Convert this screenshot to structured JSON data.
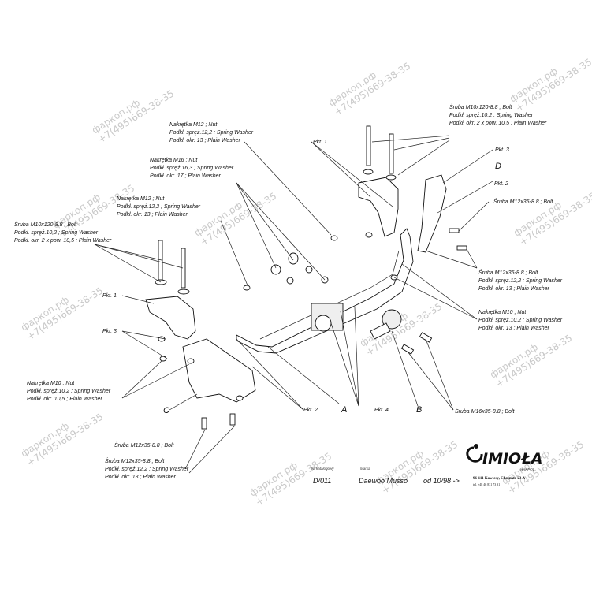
{
  "callouts": {
    "bolt_m10x120_right": [
      "Śruba M10x120-8.8 ; Bolt",
      "Podkł. spręż.10,2 ; Spring Washer",
      "Podkł. okr. 2 x pow. 10,5 ; Plain Washer"
    ],
    "nut_m12_top": [
      "Nakrętka M12 ; Nut",
      "Podkł. spręż.12,2 ; Spring Washer",
      "Podkł. okr. 13 ; Plain Washer"
    ],
    "nut_m16": [
      "Nakrętka M16 ; Nut",
      "Podkł. spręż.16,3 ; Spring Washer",
      "Podkł. okr. 17 ; Plain Washer"
    ],
    "nut_m12_mid": [
      "Nakrętka M12 ; Nut",
      "Podkł. spręż.12,2 ; Spring Washer",
      "Podkł. okr. 13 ; Plain Washer"
    ],
    "bolt_m10x120_left": [
      "Śruba M10x120-8.8 ; Bolt",
      "Podkł. spręż.10,2 ; Spring Washer",
      "Podkł. okr. 2 x pow. 10,5 ; Plain Washer"
    ],
    "bolt_m12x35_right_single": "Śruba M12x35-8.8 ; Bolt",
    "bolt_m12x35_right": [
      "Śruba M12x35-8.8 ; Bolt",
      "Podkł. spręż.12,2 ; Spring Washer",
      "Podkł. okr. 13 ; Plain Washer"
    ],
    "nut_m10_right": [
      "Nakrętka M10 ; Nut",
      "Podkł. spręż.10,2 ; Spring Washer",
      "Podkł. okr. 13 ; Plain Washer"
    ],
    "nut_m10_left": [
      "Nakrętka M10 ; Nut",
      "Podkł. spręż.10,2 ; Spring Washer",
      "Podkł. okr. 10,5 ; Plain Washer"
    ],
    "bolt_m16x35": "Śruba M16x35-8.8 ; Bolt",
    "bolt_m12x35_bottom_single": "Śruba M12x35-8.8 ; Bolt",
    "bolt_m12x35_bottom": [
      "Śruba M12x35-8.8 ; Bolt",
      "Podkł. spręż.12,2 ; Spring Washer",
      "Podkł. okr. 13 ; Plain Washer"
    ]
  },
  "points": {
    "pkt1_top": "Pkt. 1",
    "pkt3_right": "Pkt. 3",
    "pkt2_right": "Pkt. 2",
    "pkt1_left": "Pkt. 1",
    "pkt3_left": "Pkt. 3",
    "pkt2_bottom": "Pkt. 2",
    "pkt4": "Pkt. 4"
  },
  "part_letters": {
    "A": "A",
    "B": "B",
    "C": "C",
    "D": "D"
  },
  "title_block": {
    "catalog_caption": "Nr katalogowy",
    "catalog_no": "D/011",
    "brand_caption": "Marka",
    "model": "Daewoo Musso",
    "from_date": "od  10/98 ->"
  },
  "logo": {
    "name": "IMIOŁA",
    "sub": "HAKPOL",
    "address": "96-111 Kowiesy, Chojnata 23 A",
    "tel": "tel. +48 46 831 73 31"
  },
  "watermark": {
    "domain": "фаркоп.рф",
    "phone": "+7(495)669-38-35"
  },
  "colors": {
    "ink": "#111111",
    "watermark": "#c9c9c9",
    "background": "#ffffff"
  }
}
